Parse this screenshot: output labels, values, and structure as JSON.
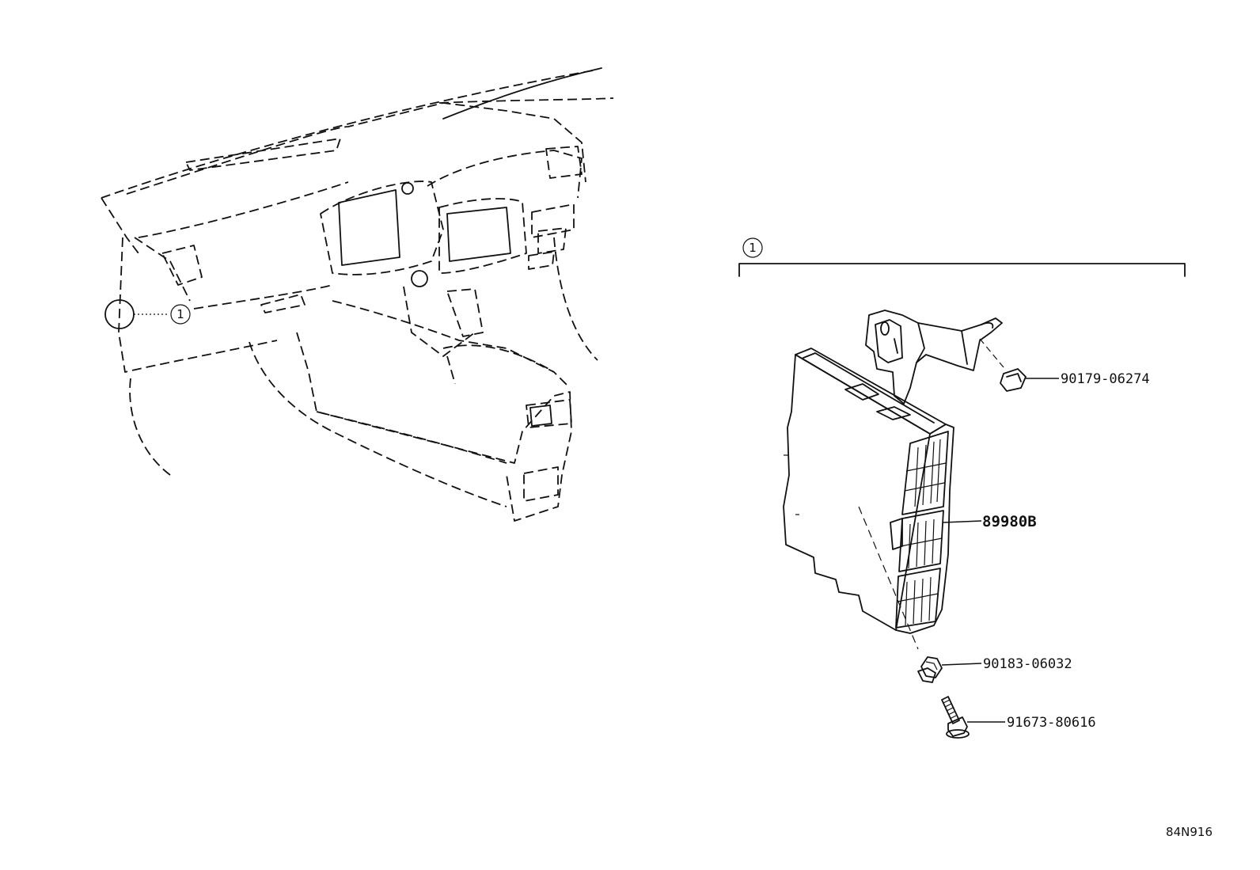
{
  "diagram": {
    "assembly_ref": "1",
    "parts": {
      "clip": "90179-06274",
      "module": "89980B",
      "nut": "90183-06032",
      "bolt": "91673-80616"
    },
    "drawing_code": "84N916"
  }
}
